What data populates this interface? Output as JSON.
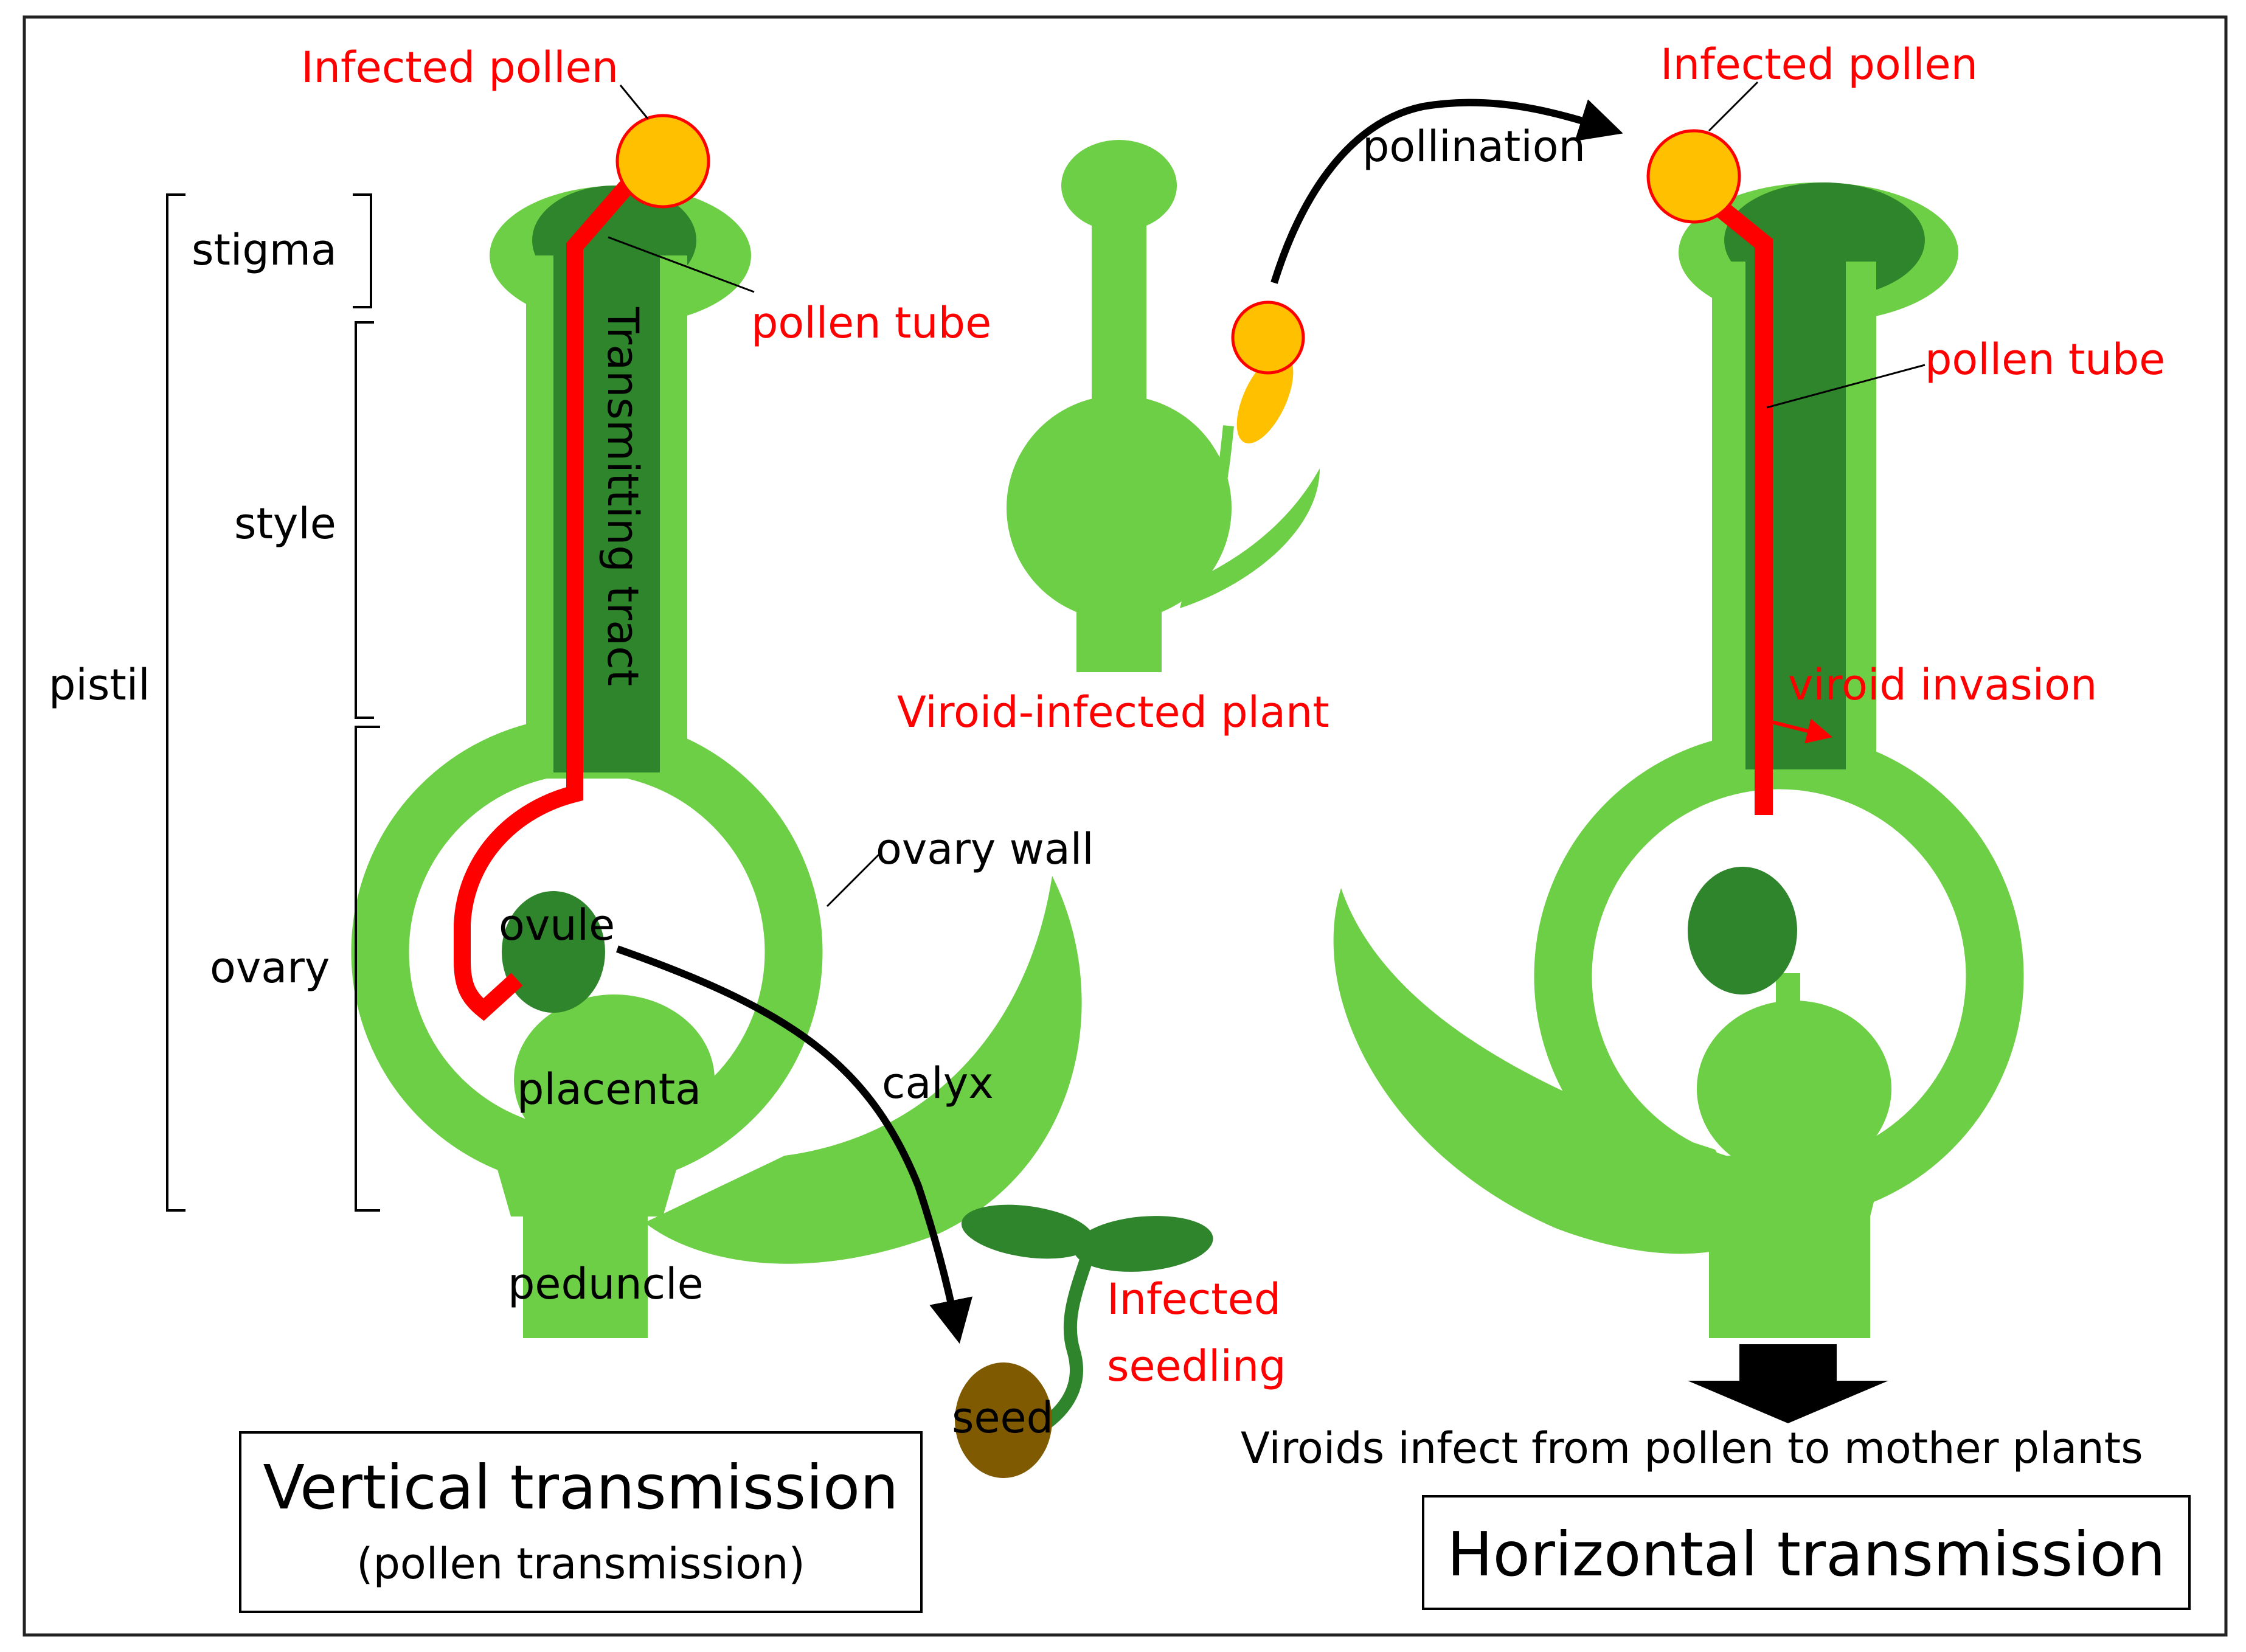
{
  "labels": {
    "pistil": "pistil",
    "stigma": "stigma",
    "style": "style",
    "ovary": "ovary",
    "infected_pollen_left": "Infected pollen",
    "pollen_tube_left": "pollen tube",
    "transmitting_tract": "Transmitting tract",
    "ovary_wall": "ovary wall",
    "ovule": "ovule",
    "placenta": "placenta",
    "calyx": "calyx",
    "peduncle": "peduncle",
    "seed": "seed",
    "infected_seedling_line1": "Infected",
    "infected_seedling_line2": "seedling",
    "viroid_infected_plant": "Viroid-infected plant",
    "pollination": "pollination",
    "infected_pollen_right": "Infected pollen",
    "pollen_tube_right": "pollen tube",
    "viroid_invasion": "viroid invasion",
    "viroids_infect_caption": "Viroids infect from pollen to mother plants"
  },
  "boxes": {
    "vertical_title": "Vertical transmission",
    "vertical_subtitle": "(pollen transmission)",
    "horizontal_title": "Horizontal transmission"
  },
  "colors": {
    "light_green": "#6dcf45",
    "dark_green": "#2f852b",
    "pollen_tube_red": "#ff0000",
    "pollen_yellow": "#ffc000",
    "seed_brown": "#7f5a00",
    "label_red": "#ff0000",
    "label_black": "#000000"
  }
}
